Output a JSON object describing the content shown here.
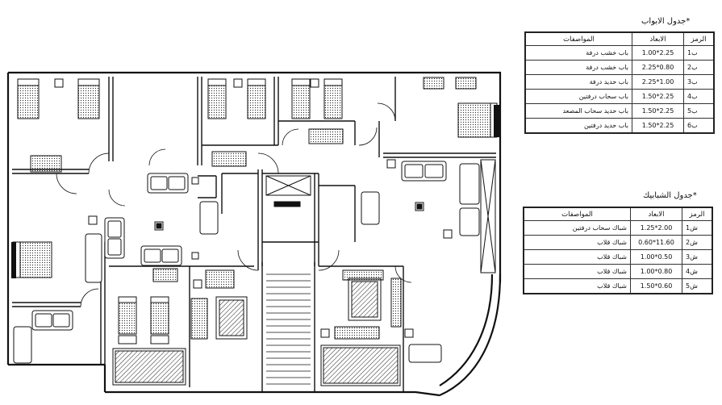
{
  "doors_schedule": {
    "title": "*جدول الابواب",
    "headers": {
      "symbol": "الرمز",
      "dimensions": "الابعاد",
      "specifications": "المواصفات"
    },
    "rows": [
      {
        "symbol": "ب1",
        "dimensions": "1.00*2.25",
        "spec": "باب خشب درفة"
      },
      {
        "symbol": "ب2",
        "dimensions": "2.25*0.80",
        "spec": "باب خشب درفة"
      },
      {
        "symbol": "ب3",
        "dimensions": "2.25*1.00",
        "spec": "باب حديد درفة"
      },
      {
        "symbol": "ب4",
        "dimensions": "1.50*2.25",
        "spec": "باب سحاب درفتين"
      },
      {
        "symbol": "ب5",
        "dimensions": "1.50*2.25",
        "spec": "باب حديد سحاب المصعد"
      },
      {
        "symbol": "ب6",
        "dimensions": "1.50*2.25",
        "spec": "باب حديد درفتين"
      }
    ]
  },
  "windows_schedule": {
    "title": "*جدول الشبابيك",
    "headers": {
      "symbol": "الرمز",
      "dimensions": "الابعاد",
      "specifications": "المواصفات"
    },
    "rows": [
      {
        "symbol": "ش1",
        "dimensions": "1.25*2.00",
        "spec": "شباك سحاب درفتين"
      },
      {
        "symbol": "ش2",
        "dimensions": "0.60*11.60",
        "spec": "شباك قلاب"
      },
      {
        "symbol": "ش3",
        "dimensions": "1.00*0.50",
        "spec": "شباك قلاب"
      },
      {
        "symbol": "ش4",
        "dimensions": "1.00*0.80",
        "spec": "شباك قلاب"
      },
      {
        "symbol": "ش5",
        "dimensions": "1.50*0.60",
        "spec": "شباك قلاب"
      }
    ]
  }
}
